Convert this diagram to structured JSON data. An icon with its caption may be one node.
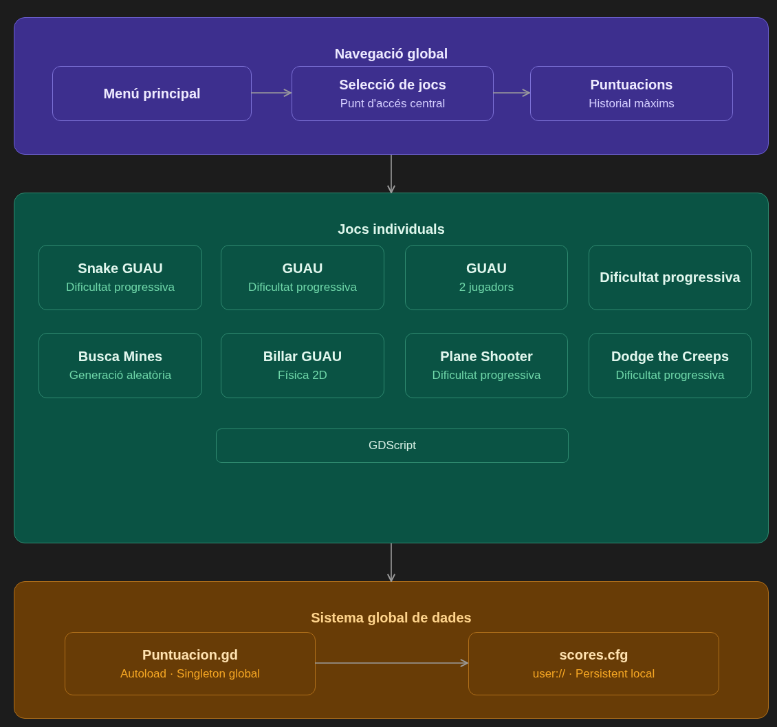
{
  "diagram": {
    "nodes": [
      {
        "text": [
          "Navegació global"
        ]
      },
      {
        "text": [
          "Menú principal"
        ],
        "in": 0
      },
      {
        "text": [
          "Selecció de jocs",
          "Punt d'accés central"
        ],
        "in": 0
      },
      {
        "text": [
          "Puntuacions",
          "Historial màxims"
        ],
        "in": 0
      },
      {
        "text": [
          "Jocs individuals"
        ]
      },
      {
        "text": [
          "Snake GUAU",
          "Dificultat progressiva"
        ],
        "in": 4
      },
      {
        "text": [
          "GUAU",
          "Dificultat progressiva"
        ],
        "in": 4
      },
      {
        "text": [
          "GUAU",
          "2 jugadors"
        ],
        "in": 4
      },
      {
        "text": [
          "Dificultat progressiva"
        ],
        "in": 4
      },
      {
        "text": [
          "Busca Mines",
          "Generació aleatòria"
        ],
        "in": 4
      },
      {
        "text": [
          "Billar GUAU",
          "Física 2D"
        ],
        "in": 4
      },
      {
        "text": [
          "Plane Shooter",
          "Dificultat progressiva"
        ],
        "in": 4
      },
      {
        "text": [
          "Dodge the Creeps",
          "Dificultat progressiva"
        ],
        "in": 4
      },
      {
        "text": [
          "GDScript"
        ],
        "in": 4
      },
      {
        "text": [
          "Sistema global de dades"
        ]
      },
      {
        "text": [
          "Puntuacion.gd",
          "Autoload · Singleton global"
        ],
        "in": 14
      },
      {
        "text": [
          "scores.cfg",
          "user:// · Persistent local"
        ],
        "in": 14
      }
    ],
    "edges": [
      {
        "from": 1,
        "to": 2,
        "arrow": "to"
      },
      {
        "from": 2,
        "to": 3,
        "arrow": "to"
      },
      {
        "from": 0,
        "to": 4,
        "arrow": "to"
      },
      {
        "from": 4,
        "to": 14,
        "arrow": "to"
      },
      {
        "from": 15,
        "to": 16,
        "arrow": "to"
      }
    ]
  }
}
